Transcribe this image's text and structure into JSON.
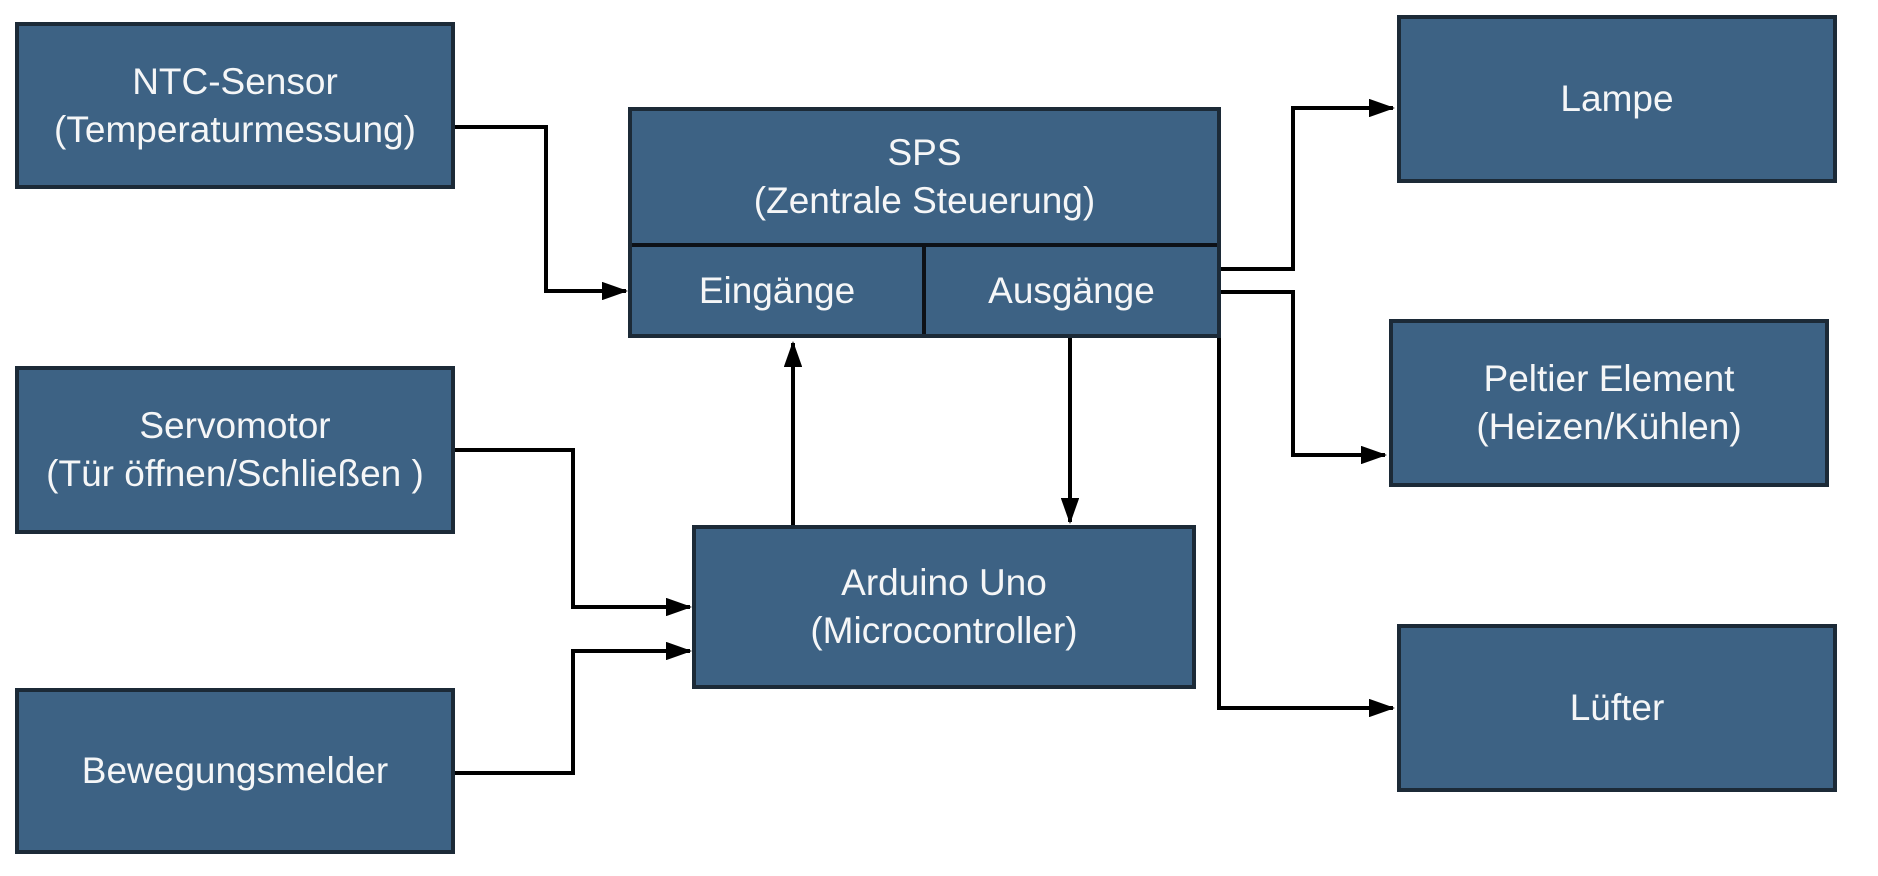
{
  "diagram": {
    "background_color": "#ffffff",
    "node_fill_color": "#3d6284",
    "node_border_color": "#1c2a37",
    "divider_color": "#0d1117",
    "connector_color": "#000000",
    "text_color": "#f5f6f7",
    "nodes": {
      "ntc": {
        "line1": "NTC-Sensor",
        "line2": "(Temperaturmessung)"
      },
      "servo": {
        "line1": "Servomotor",
        "line2": "(Tür öffnen/Schließen )"
      },
      "bewegung": {
        "line1": "Bewegungsmelder"
      },
      "sps": {
        "line1": "SPS",
        "line2": "(Zentrale Steuerung)",
        "input_label": "Eingänge",
        "output_label": "Ausgänge"
      },
      "arduino": {
        "line1": "Arduino Uno",
        "line2": "(Microcontroller)"
      },
      "lampe": {
        "line1": "Lampe"
      },
      "peltier": {
        "line1": "Peltier Element",
        "line2": "(Heizen/Kühlen)"
      },
      "luefter": {
        "line1": "Lüfter"
      }
    },
    "edges": [
      {
        "from": "NTC-Sensor (Temperaturmessung)",
        "to": "SPS Eingänge"
      },
      {
        "from": "Servomotor (Tür öffnen/Schließen)",
        "to": "Arduino Uno (Microcontroller)"
      },
      {
        "from": "Bewegungsmelder",
        "to": "Arduino Uno (Microcontroller)"
      },
      {
        "from": "Arduino Uno (Microcontroller)",
        "to": "SPS Eingänge"
      },
      {
        "from": "SPS Ausgänge",
        "to": "Arduino Uno (Microcontroller)"
      },
      {
        "from": "SPS Ausgänge",
        "to": "Lampe"
      },
      {
        "from": "SPS Ausgänge",
        "to": "Peltier Element (Heizen/Kühlen)"
      },
      {
        "from": "SPS Ausgänge",
        "to": "Lüfter"
      }
    ]
  }
}
